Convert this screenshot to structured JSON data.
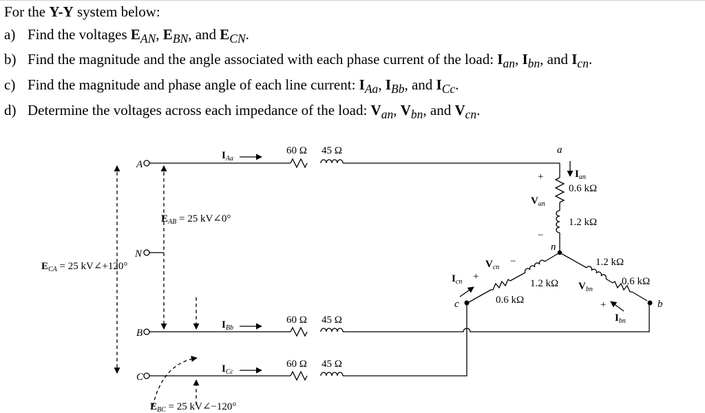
{
  "questions": {
    "intro": {
      "pre": "For the ",
      "bold": "Y-Y",
      "post": " system below:"
    },
    "a": {
      "label": "a)",
      "text": "Find the voltages ",
      "v1": "E",
      "v1s": "AN",
      "sep1": ", ",
      "v2": "E",
      "v2s": "BN",
      "sep2": ", and ",
      "v3": "E",
      "v3s": "CN",
      "end": "."
    },
    "b": {
      "label": "b)",
      "text": "Find the magnitude and the angle associated with each phase current of the load: ",
      "v1": "I",
      "v1s": "an",
      "sep1": ", ",
      "v2": "I",
      "v2s": "bn",
      "sep2": ", and ",
      "v3": "I",
      "v3s": "cn",
      "end": "."
    },
    "c": {
      "label": "c)",
      "text": "Find the magnitude and phase angle of each line current: ",
      "v1": "I",
      "v1s": "Aa",
      "sep1": ", ",
      "v2": "I",
      "v2s": "Bb",
      "sep2": ", and ",
      "v3": "I",
      "v3s": "Cc",
      "end": "."
    },
    "d": {
      "label": "d)",
      "text": "Determine the voltages across each impedance of the load: ",
      "v1": "V",
      "v1s": "an",
      "sep1": ", ",
      "v2": "V",
      "v2s": "bn",
      "sep2": ", and ",
      "v3": "V",
      "v3s": "cn",
      "end": "."
    }
  },
  "circuit": {
    "nodes": {
      "A": "A",
      "N": "N",
      "B": "B",
      "C": "C",
      "a": "a",
      "n": "n",
      "b": "b",
      "c": "c"
    },
    "sources": {
      "eab": {
        "main": "E",
        "sub": "AB",
        "value": " = 25 kV∠0°"
      },
      "eca": {
        "main": "E",
        "sub": "CA",
        "value": " = 25 kV∠+120°"
      },
      "ebc": {
        "main": "E",
        "sub": "BC",
        "value": " = 25 kV∠−120°"
      }
    },
    "line_currents": {
      "iaa": {
        "main": "I",
        "sub": "Aa"
      },
      "ibb": {
        "main": "I",
        "sub": "Bb"
      },
      "icc": {
        "main": "I",
        "sub": "Cc"
      }
    },
    "line_impedances": {
      "r": "60 Ω",
      "x": "45 Ω"
    },
    "load": {
      "ian": {
        "main": "I",
        "sub": "an"
      },
      "ibn": {
        "main": "I",
        "sub": "bn"
      },
      "icn": {
        "main": "I",
        "sub": "cn"
      },
      "van": {
        "main": "V",
        "sub": "an"
      },
      "vbn": {
        "main": "V",
        "sub": "bn"
      },
      "vcn": {
        "main": "V",
        "sub": "cn"
      },
      "r_a": "0.6 kΩ",
      "x_a": "1.2 kΩ",
      "r_b": "0.6 kΩ",
      "x_b": "1.2 kΩ",
      "r_c": "0.6 kΩ",
      "x_c": "1.2 kΩ",
      "plus": "+",
      "minus": "−"
    }
  }
}
